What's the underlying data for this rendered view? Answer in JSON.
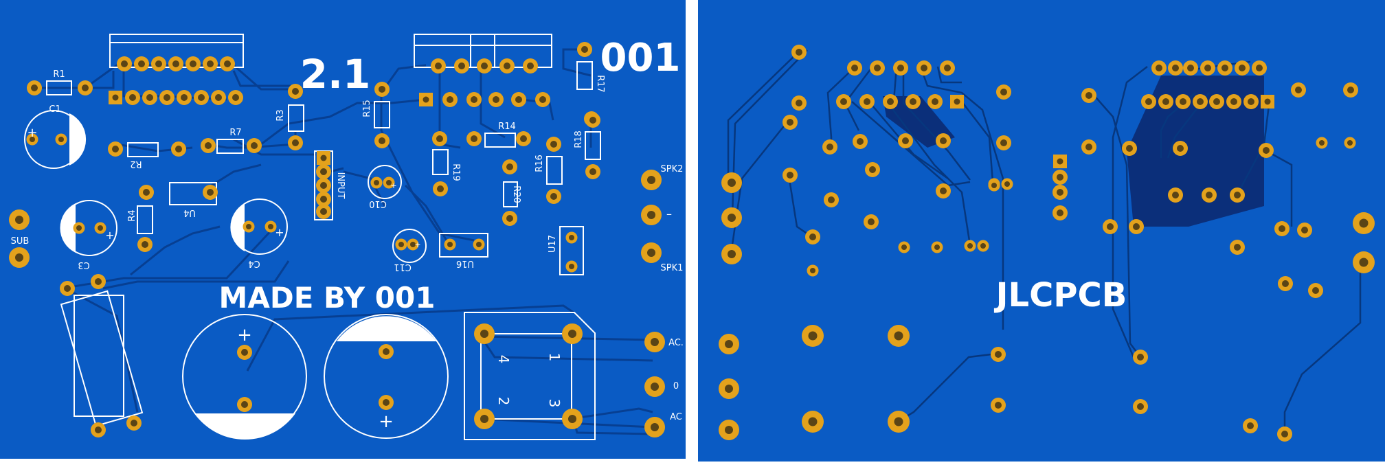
{
  "top_view": {
    "labels": {
      "version": "2.1",
      "brand": "001",
      "maker": "MADE BY 001",
      "r1": "R1",
      "r2": "R2",
      "r3": "R3",
      "r4": "R4",
      "r7": "R7",
      "r14": "R14",
      "r15": "R15",
      "r16": "R16",
      "r17": "R17",
      "r18": "R18",
      "r19": "R19",
      "r20": "R20",
      "c1": "C1",
      "c3": "C3",
      "c4": "C4",
      "c10": "C10",
      "c11": "C11",
      "u4": "U4",
      "u16": "U16",
      "u17": "U17",
      "input": "INPUT",
      "sub": "SUB",
      "spk1": "SPK1",
      "spk2": "SPK2",
      "minus": "–",
      "ac_top": "AC.",
      "ac_zero": "0",
      "ac_bottom": "AC",
      "pin1": "1",
      "pin2": "2",
      "pin3": "3",
      "pin4": "4",
      "plus": "+"
    }
  },
  "bottom_view": {
    "labels": {
      "brand": "JLCPCB"
    }
  },
  "colors": {
    "board": "#0a5bc4",
    "trace": "#0a4fae",
    "pad": "#e4a21c",
    "hole": "#5a4416",
    "silk": "#ffffff",
    "copper_fill": "#0b2f7a"
  }
}
